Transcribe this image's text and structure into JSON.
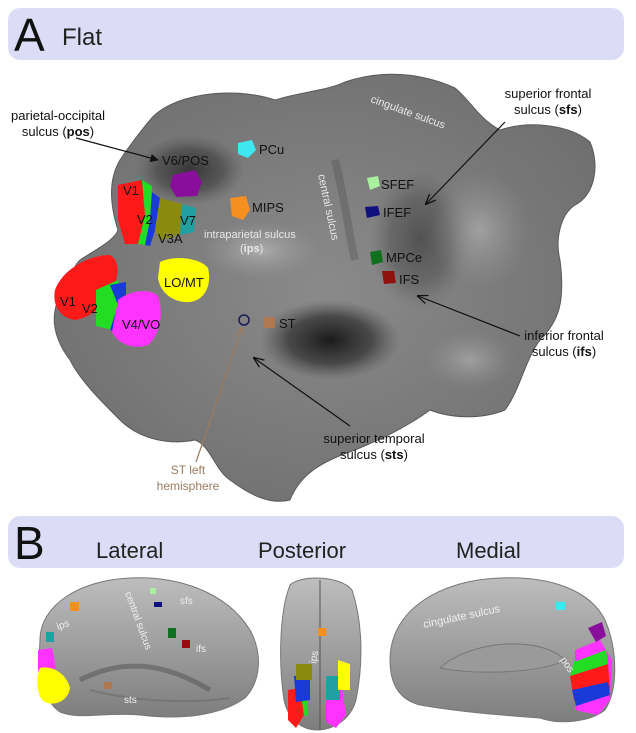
{
  "panel_a": {
    "letter": "A",
    "title": "Flat",
    "labels": {
      "parietal_occipital": [
        "parietal-occipital",
        "sulcus (",
        "pos",
        ")"
      ],
      "superior_frontal": [
        "superior frontal",
        "sulcus (",
        "sfs",
        ")"
      ],
      "inferior_frontal": [
        "inferior frontal",
        "sulcus (",
        "ifs",
        ")"
      ],
      "superior_temporal": [
        "superior temporal",
        "sulcus (",
        "sts",
        ")"
      ],
      "st_left": [
        "ST left",
        "hemisphere"
      ],
      "cingulate": "cingulate sulcus",
      "central": "central sulcus",
      "intraparietal": [
        "intraparietal sulcus",
        "(",
        "ips",
        ")"
      ]
    },
    "regions": [
      {
        "id": "PCu",
        "label": "PCu",
        "color": "#3fe8f0"
      },
      {
        "id": "V6POS",
        "label": "V6/POS",
        "color": "#8a0e9c"
      },
      {
        "id": "MIPS",
        "label": "MIPS",
        "color": "#f59020"
      },
      {
        "id": "V1top",
        "label": "V1",
        "color": "#ff1a1a"
      },
      {
        "id": "V2top",
        "label": "V2",
        "color": "#22dd22"
      },
      {
        "id": "V3A",
        "label": "V3A",
        "color": "#8a8a10"
      },
      {
        "id": "V7",
        "label": "V7",
        "color": "#20a0a0"
      },
      {
        "id": "LOMT",
        "label": "LO/MT",
        "color": "#ffff00"
      },
      {
        "id": "V1bot",
        "label": "V1",
        "color": "#ff1a1a"
      },
      {
        "id": "V2bot",
        "label": "V2",
        "color": "#22dd22"
      },
      {
        "id": "V4VO",
        "label": "V4/VO",
        "color": "#ff33ff"
      },
      {
        "id": "ST",
        "label": "ST",
        "color": "#b07850"
      },
      {
        "id": "SFEF",
        "label": "SFEF",
        "color": "#aaf0a0"
      },
      {
        "id": "IFEF",
        "label": "IFEF",
        "color": "#101080"
      },
      {
        "id": "MPCe",
        "label": "MPCe",
        "color": "#107020"
      },
      {
        "id": "IFS",
        "label": "IFS",
        "color": "#901010"
      }
    ]
  },
  "panel_b": {
    "letter": "B",
    "views": [
      "Lateral",
      "Posterior",
      "Medial"
    ],
    "labels": {
      "ips_lat": "ips",
      "central_lat": "central sulcus",
      "sfs_lat": "sfs",
      "ifs_lat": "ifs",
      "sts_lat": "sts",
      "ips_post": "ips",
      "cingulate_med": "cingulate sulcus",
      "pos_med": "pos"
    }
  }
}
